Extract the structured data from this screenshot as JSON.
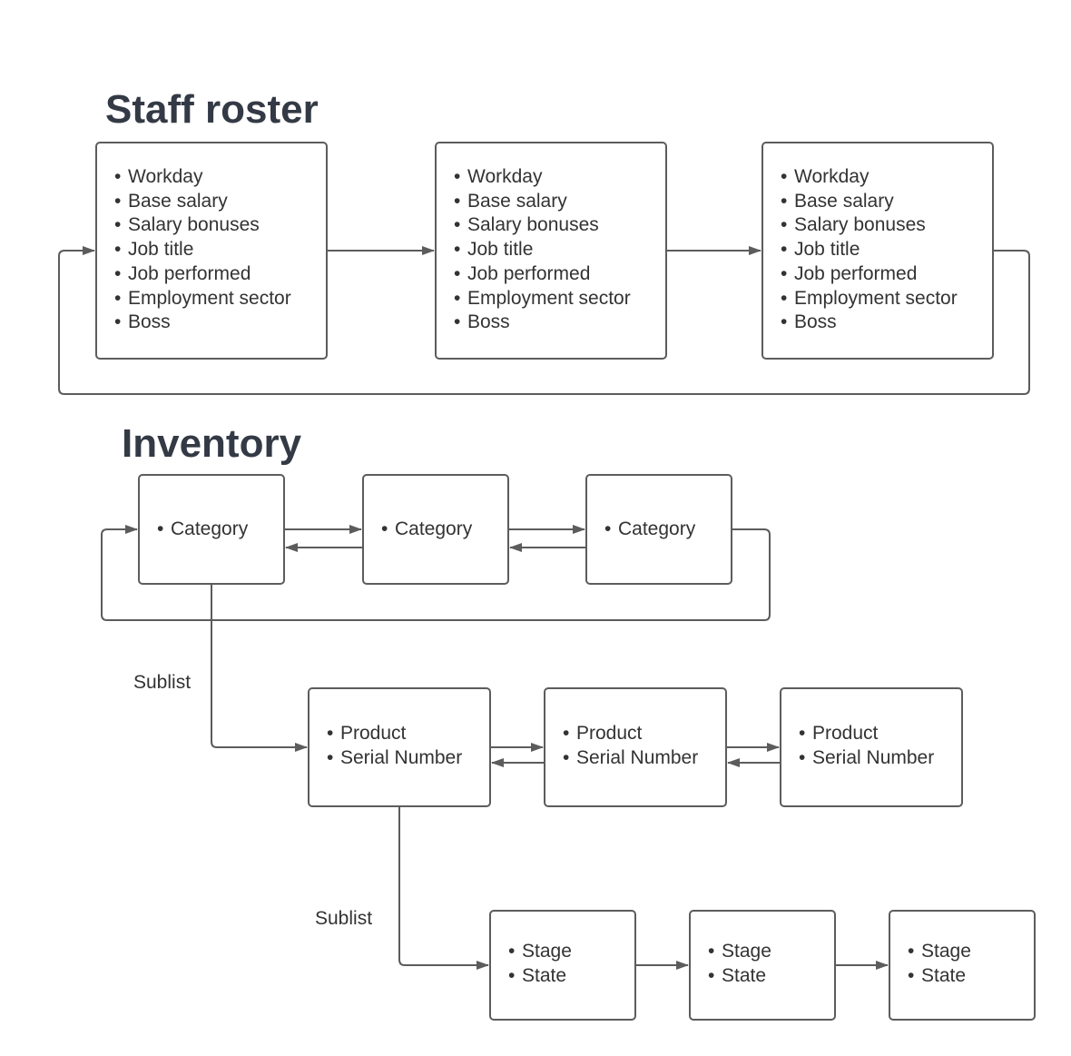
{
  "staff_roster": {
    "title": "Staff roster",
    "nodes": [
      {
        "items": [
          "Workday",
          "Base salary",
          "Salary bonuses",
          "Job title",
          "Job performed",
          "Employment sector",
          "Boss"
        ]
      },
      {
        "items": [
          "Workday",
          "Base salary",
          "Salary bonuses",
          "Job title",
          "Job performed",
          "Employment sector",
          "Boss"
        ]
      },
      {
        "items": [
          "Workday",
          "Base salary",
          "Salary bonuses",
          "Job title",
          "Job performed",
          "Employment sector",
          "Boss"
        ]
      }
    ]
  },
  "inventory": {
    "title": "Inventory",
    "categories": [
      {
        "items": [
          "Category"
        ]
      },
      {
        "items": [
          "Category"
        ]
      },
      {
        "items": [
          "Category"
        ]
      }
    ],
    "sublist_label_1": "Sublist",
    "products": [
      {
        "items": [
          "Product",
          "Serial Number"
        ]
      },
      {
        "items": [
          "Product",
          "Serial Number"
        ]
      },
      {
        "items": [
          "Product",
          "Serial Number"
        ]
      }
    ],
    "sublist_label_2": "Sublist",
    "stages": [
      {
        "items": [
          "Stage",
          "State"
        ]
      },
      {
        "items": [
          "Stage",
          "State"
        ]
      },
      {
        "items": [
          "Stage",
          "State"
        ]
      }
    ]
  },
  "colors": {
    "box_border": "#5c5c5c",
    "connector": "#5c5c5c",
    "heading": "#343a45"
  }
}
